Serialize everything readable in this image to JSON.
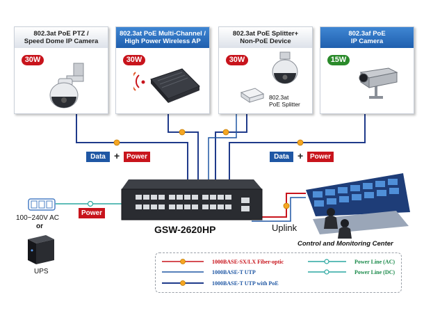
{
  "devices": [
    {
      "title": "802.3at PoE PTZ /\nSpeed Dome IP Camera",
      "watt": "30W",
      "header": "light",
      "icon": "ptz-camera-icon"
    },
    {
      "title": "802.3at PoE Multi-Channel /\nHigh Power Wireless AP",
      "watt": "30W",
      "header": "blue",
      "icon": "wireless-ap-icon"
    },
    {
      "title": "802.3at PoE Splitter+\nNon-PoE Device",
      "watt": "30W",
      "header": "light",
      "icon": "dome-camera-icon"
    },
    {
      "title": "802.3af PoE\nIP Camera",
      "watt": "15W",
      "header": "blue",
      "icon": "box-camera-icon"
    }
  ],
  "splitter_label": "802.3at\nPoE Splitter",
  "tags": {
    "data": "Data",
    "plus": "+",
    "power": "Power"
  },
  "switch_model": "GSW-2620HP",
  "uplink_label": "Uplink",
  "control_center": "Control and Monitoring Center",
  "ac_label": "100~240V AC",
  "or_label": "or",
  "ups_label": "UPS",
  "legend": [
    {
      "label": "1000BASE-SX/LX Fiber-optic",
      "color": "#c8141c"
    },
    {
      "label": "1000BASE-T UTP",
      "color": "#1f57a4"
    },
    {
      "label": "1000BASE-T UTP with PoE",
      "color": "#1f57a4"
    },
    {
      "label": "Power Line (AC)",
      "color": "#1a8a4a"
    },
    {
      "label": "Power Line (DC)",
      "color": "#1a8a4a"
    }
  ],
  "colors": {
    "poe_line": "#1f3a8a",
    "fiber": "#c8141c",
    "power_line": "#2aa7a0",
    "poe_dot": "#f5a623"
  }
}
